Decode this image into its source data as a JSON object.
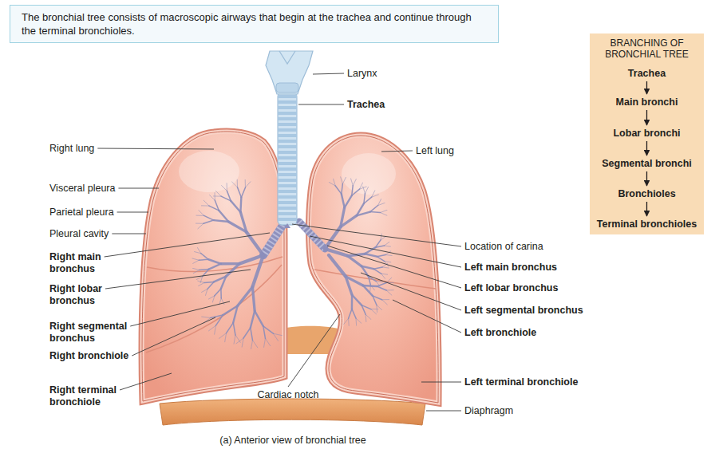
{
  "diagram": {
    "caption": "(a) Anterior view of bronchial tree",
    "nodes": [
      {
        "text": [
          "The bronchial tree consists of macroscopic airways that begin at the trachea and continue through the terminal bronchioles."
        ]
      },
      {
        "text": [
          "BRANCHING OF BRONCHIAL TREE"
        ]
      },
      {
        "text": [
          "Trachea"
        ],
        "in": 1
      },
      {
        "text": [
          "Main bronchi"
        ],
        "in": 1
      },
      {
        "text": [
          "Lobar bronchi"
        ],
        "in": 1
      },
      {
        "text": [
          "Segmental bronchi"
        ],
        "in": 1
      },
      {
        "text": [
          "Bronchioles"
        ],
        "in": 1
      },
      {
        "text": [
          "Terminal bronchioles"
        ],
        "in": 1
      }
    ],
    "edges": [
      {
        "from": 2,
        "to": 3,
        "arrow": "to"
      },
      {
        "from": 3,
        "to": 4,
        "arrow": "to"
      },
      {
        "from": 4,
        "to": 5,
        "arrow": "to"
      },
      {
        "from": 5,
        "to": 6,
        "arrow": "to"
      },
      {
        "from": 6,
        "to": 7,
        "arrow": "to"
      }
    ],
    "labels": [
      "Larynx",
      "Trachea",
      "Right lung",
      "Left lung",
      "Visceral pleura",
      "Parietal pleura",
      "Pleural cavity",
      "Right main bronchus",
      "Right lobar bronchus",
      "Right segmental bronchus",
      "Right bronchiole",
      "Right terminal bronchiole",
      "Location of carina",
      "Left main bronchus",
      "Left lobar bronchus",
      "Left segmental bronchus",
      "Left bronchiole",
      "Left terminal bronchiole",
      "Cardiac notch",
      "Diaphragm"
    ]
  }
}
